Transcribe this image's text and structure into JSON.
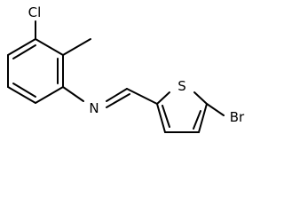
{
  "atoms": {
    "chlorine": "Cl",
    "nitrogen": "N",
    "sulfur": "S",
    "bromine": "Br"
  }
}
